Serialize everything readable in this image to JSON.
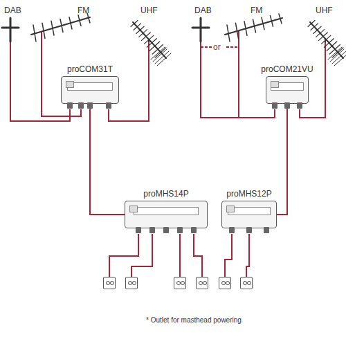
{
  "diagram": {
    "nodes": [
      {
        "text": [
          "proCOM31T"
        ]
      },
      {
        "text": [
          "proCOM21VU"
        ]
      },
      {
        "text": [
          "proMHS14P"
        ]
      },
      {
        "text": [
          "proMHS12P"
        ]
      }
    ],
    "edges": [
      {
        "from": 0,
        "to": 2,
        "arrow": "none"
      },
      {
        "from": 1,
        "to": 3,
        "arrow": "none"
      }
    ],
    "labels": [
      "DAB",
      "FM",
      "UHF",
      "DAB",
      "or",
      "FM",
      "UHF",
      "* Outlet for masthead powering"
    ]
  }
}
